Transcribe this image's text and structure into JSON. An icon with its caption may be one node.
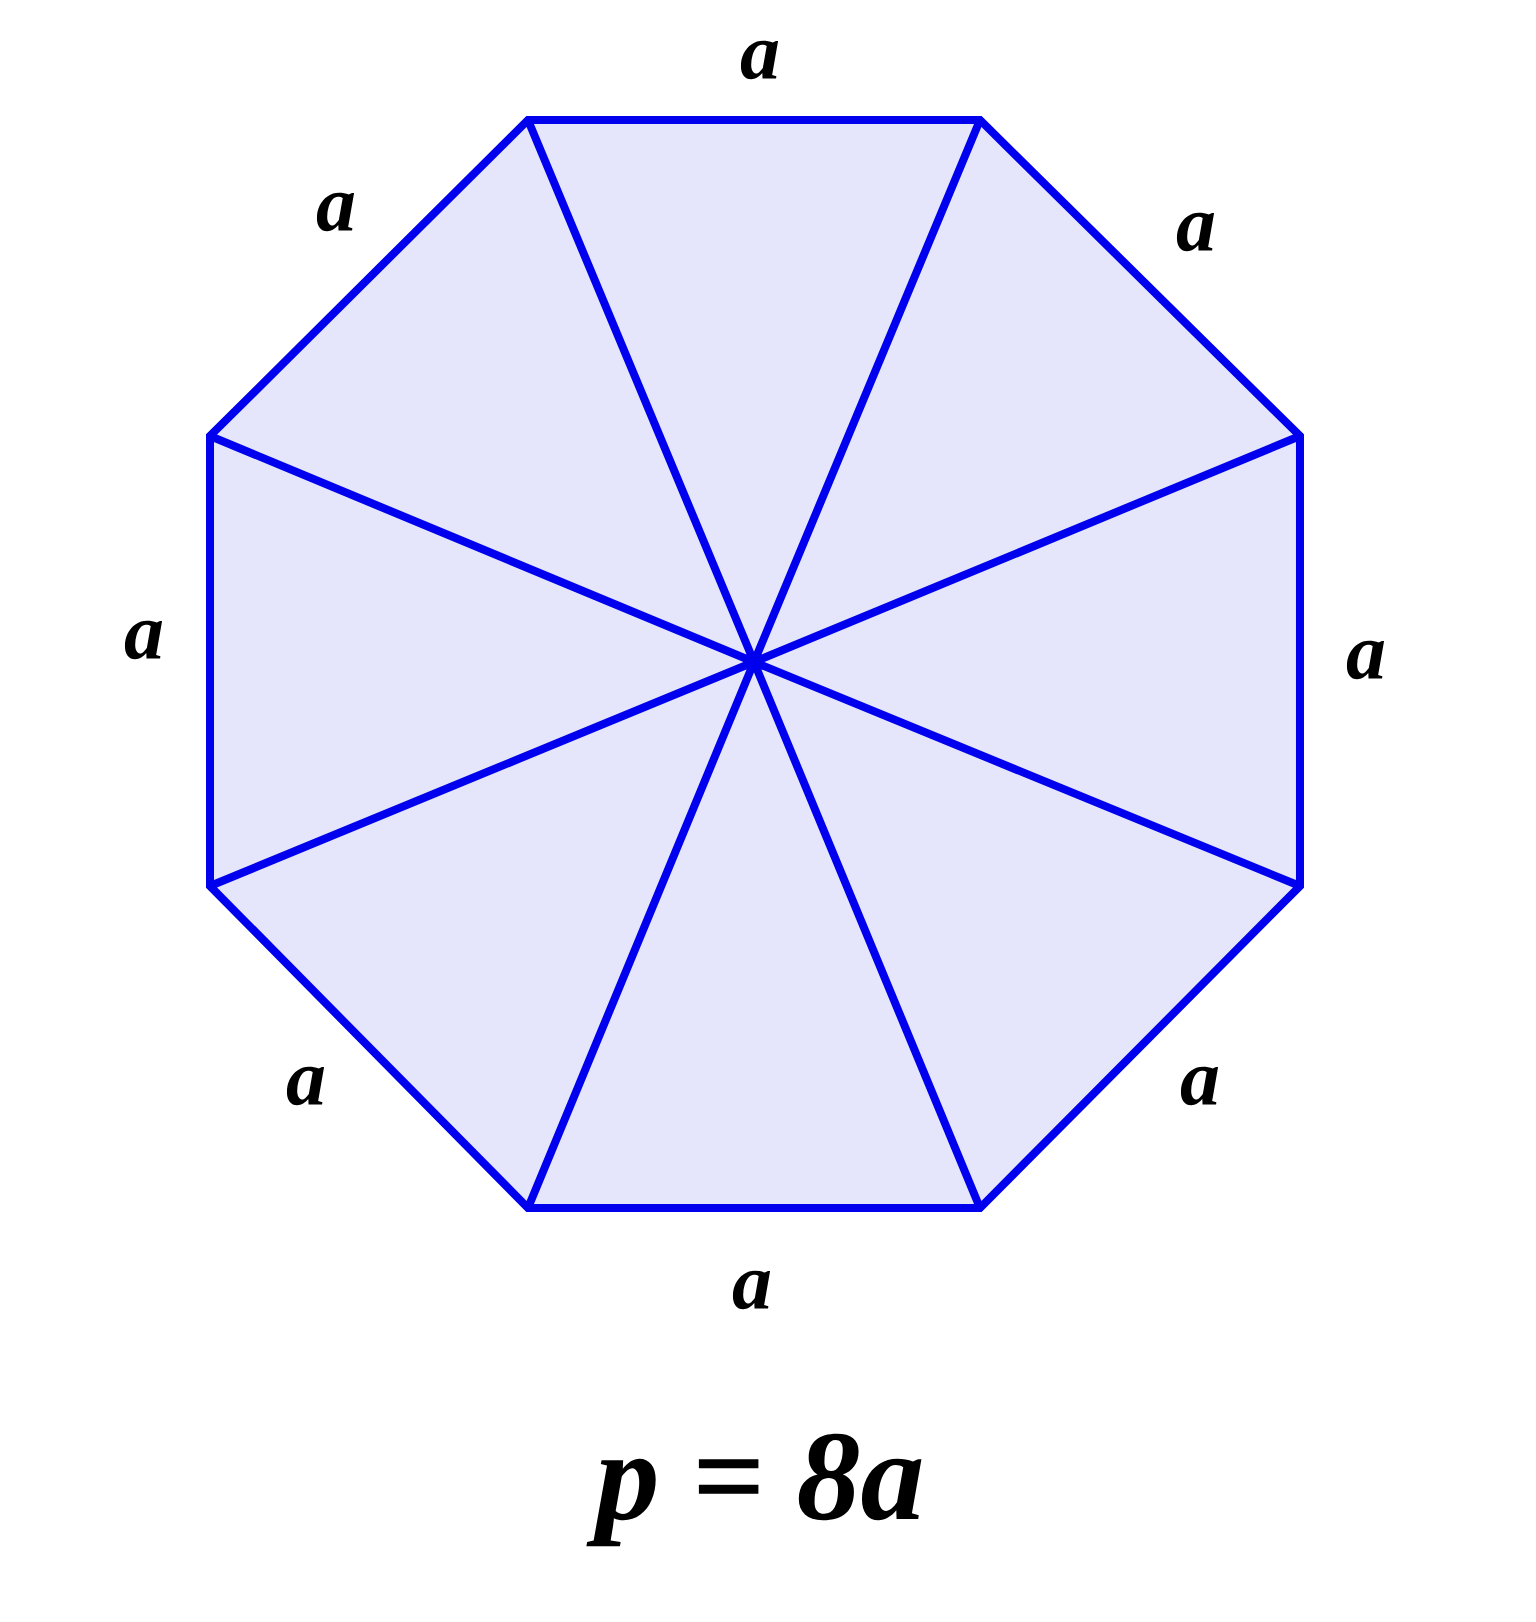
{
  "diagram": {
    "labels": [
      "a",
      "a",
      "a",
      "a",
      "a",
      "a",
      "a",
      "a",
      "p = 8a"
    ]
  }
}
